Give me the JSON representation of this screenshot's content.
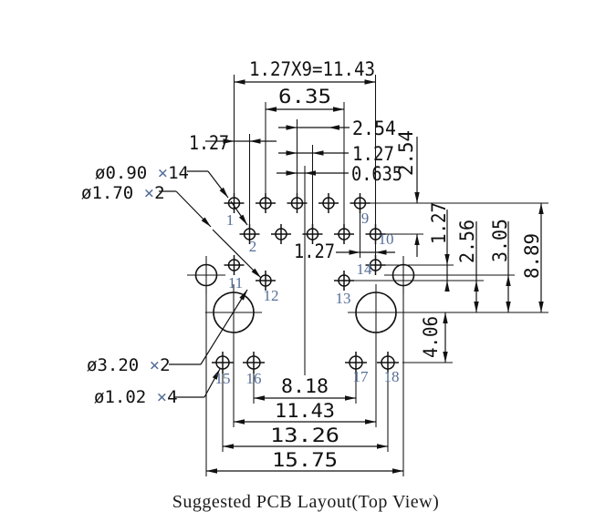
{
  "title": "Suggested PCB Layout(Top View)",
  "callouts": {
    "d090": {
      "dia": "ø0.90 ",
      "times": "×",
      "count": "14"
    },
    "d170": {
      "dia": "ø1.70 ",
      "times": "×",
      "count": "2"
    },
    "d320": {
      "dia": "ø3.20 ",
      "times": "×",
      "count": "2"
    },
    "d102": {
      "dia": "ø1.02 ",
      "times": "×",
      "count": "4"
    }
  },
  "dimensions": {
    "top_pitch": "1.27X9=11.43",
    "top_635": "6.35",
    "top_254": "2.54",
    "top_127": "1.27",
    "top_0635": "0.635",
    "left_127": "1.27",
    "mid_127": "1.27",
    "right_254": "2.54",
    "right_127": "1.27",
    "right_256": "2.56",
    "right_305": "3.05",
    "right_889": "8.89",
    "right_406": "4.06",
    "bottom_818": "8.18",
    "bottom_1143": "11.43",
    "bottom_1326": "13.26",
    "bottom_1575": "15.75"
  },
  "holes": {
    "h1": "1",
    "h2": "2",
    "h9": "9",
    "h10": "10",
    "h11": "11",
    "h12": "12",
    "h13": "13",
    "h14": "14",
    "h15": "15",
    "h16": "16",
    "h17": "17",
    "h18": "18"
  },
  "colors": {
    "line": "#111111",
    "pin_label": "#566f99",
    "background": "#ffffff"
  }
}
